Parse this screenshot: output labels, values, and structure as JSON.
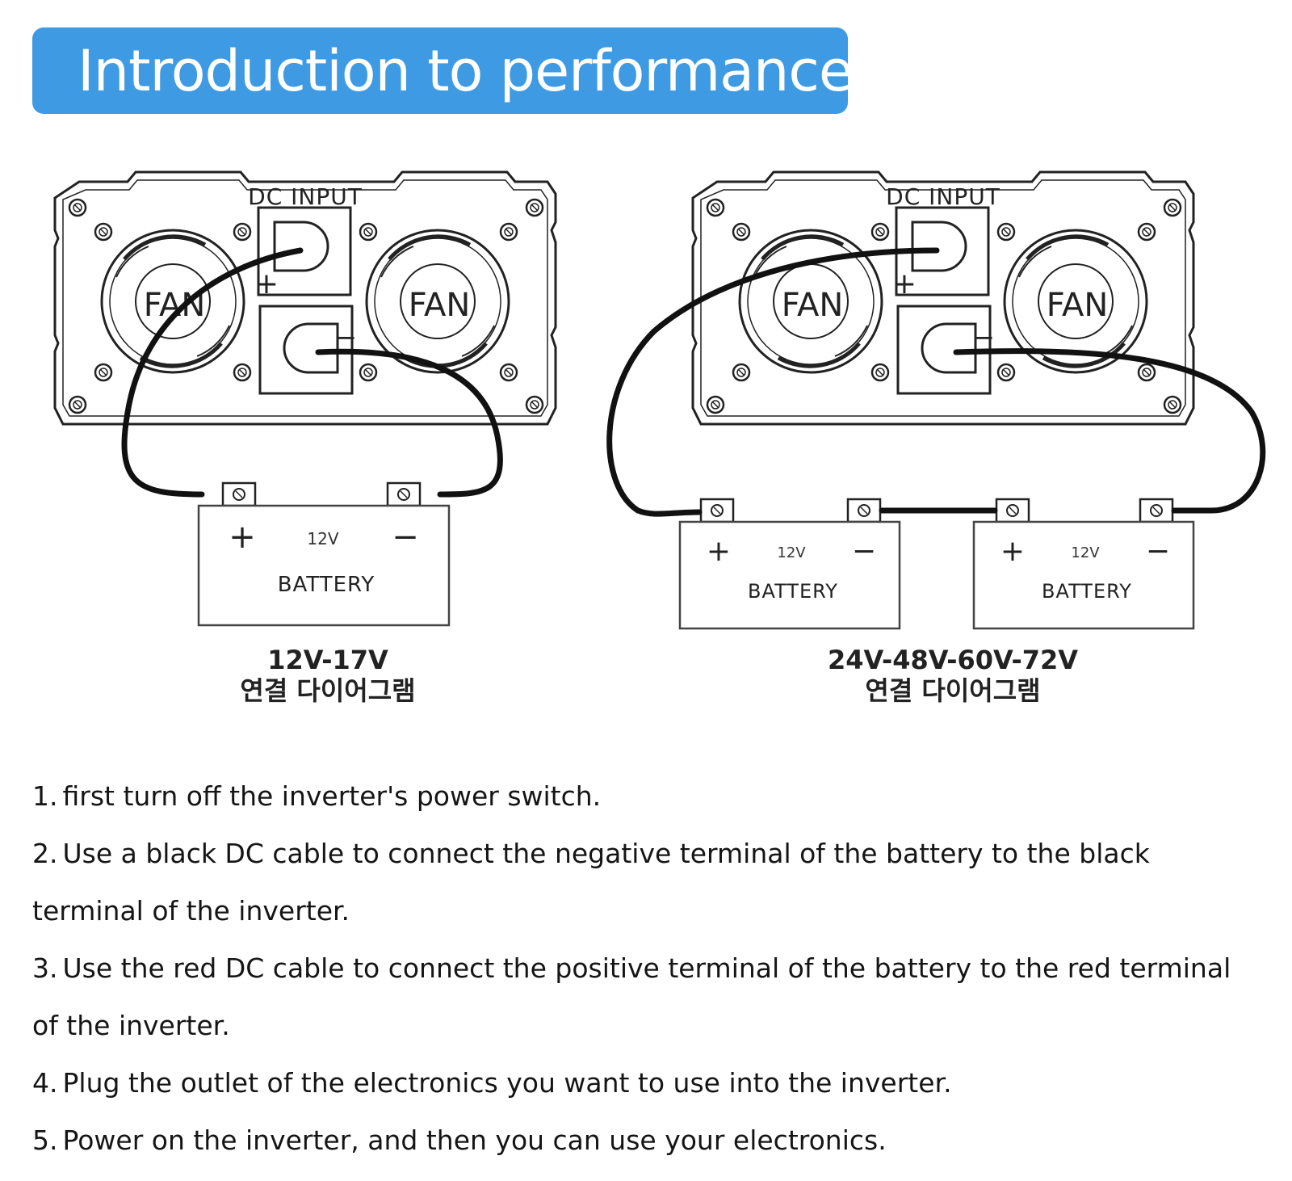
{
  "header": {
    "title": "Introduction to performance:"
  },
  "left_diagram": {
    "dc_input_label": "DC INPUT",
    "fan_left_label": "FAN",
    "fan_right_label": "FAN",
    "plus_symbol": "+",
    "minus_symbol": "−",
    "battery": {
      "plus": "+",
      "minus": "−",
      "voltage": "12V",
      "label": "BATTERY"
    },
    "caption_voltage": "12V-17V",
    "caption_korean": "연결 다이어그램"
  },
  "right_diagram": {
    "dc_input_label": "DC INPUT",
    "fan_left_label": "FAN",
    "fan_right_label": "FAN",
    "plus_symbol": "+",
    "minus_symbol": "−",
    "battery_1": {
      "plus": "+",
      "minus": "−",
      "voltage": "12V",
      "label": "BATTERY"
    },
    "battery_2": {
      "plus": "+",
      "minus": "−",
      "voltage": "12V",
      "label": "BATTERY"
    },
    "caption_voltage": "24V-48V-60V-72V",
    "caption_korean": "연결 다이어그램"
  },
  "steps": [
    {
      "num": "1.",
      "text": "first turn off the inverter's power switch."
    },
    {
      "num": "2.",
      "text": "Use a black DC cable to connect the negative terminal of the battery to the black terminal of the inverter."
    },
    {
      "num": "3.",
      "text": "Use the red DC cable to connect the positive terminal of the battery to the red terminal of the inverter."
    },
    {
      "num": "4.",
      "text": "Plug the outlet of the electronics you want to use into the inverter."
    },
    {
      "num": "5.",
      "text": "Power on the inverter, and then you can use your electronics."
    }
  ]
}
